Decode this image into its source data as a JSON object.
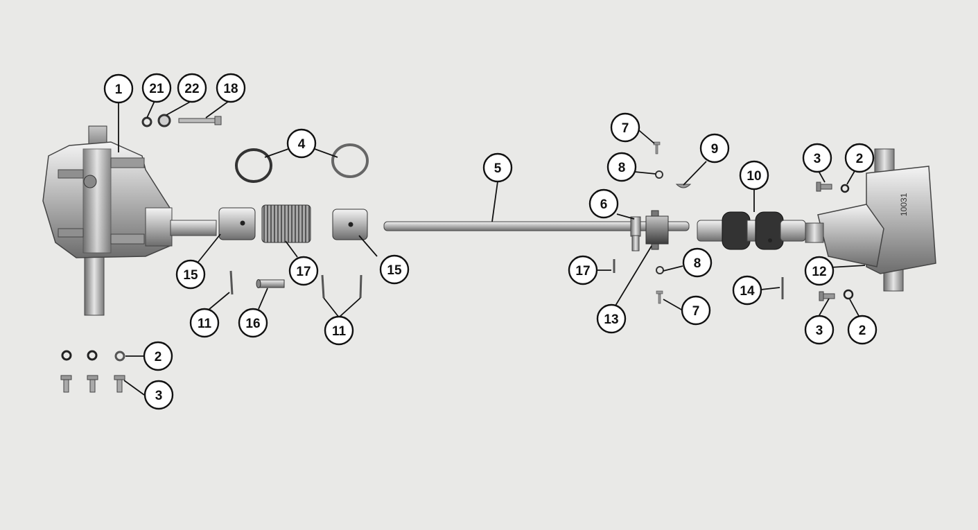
{
  "callouts": [
    {
      "key": "c1",
      "label": "1"
    },
    {
      "key": "c21",
      "label": "21"
    },
    {
      "key": "c22",
      "label": "22"
    },
    {
      "key": "c18",
      "label": "18"
    },
    {
      "key": "c4",
      "label": "4"
    },
    {
      "key": "c5",
      "label": "5"
    },
    {
      "key": "c7a",
      "label": "7"
    },
    {
      "key": "c8a",
      "label": "8"
    },
    {
      "key": "c9",
      "label": "9"
    },
    {
      "key": "c10",
      "label": "10"
    },
    {
      "key": "c3a",
      "label": "3"
    },
    {
      "key": "c2a",
      "label": "2"
    },
    {
      "key": "c6",
      "label": "6"
    },
    {
      "key": "c15a",
      "label": "15"
    },
    {
      "key": "c17a",
      "label": "17"
    },
    {
      "key": "c15b",
      "label": "15"
    },
    {
      "key": "c17b",
      "label": "17"
    },
    {
      "key": "c8b",
      "label": "8"
    },
    {
      "key": "c12",
      "label": "12"
    },
    {
      "key": "c14",
      "label": "14"
    },
    {
      "key": "c11a",
      "label": "11"
    },
    {
      "key": "c16",
      "label": "16"
    },
    {
      "key": "c11b",
      "label": "11"
    },
    {
      "key": "c13",
      "label": "13"
    },
    {
      "key": "c7b",
      "label": "7"
    },
    {
      "key": "c3b",
      "label": "3"
    },
    {
      "key": "c2b",
      "label": "2"
    },
    {
      "key": "c2c",
      "label": "2"
    },
    {
      "key": "c3c",
      "label": "3"
    }
  ],
  "housing_marking": "10031"
}
